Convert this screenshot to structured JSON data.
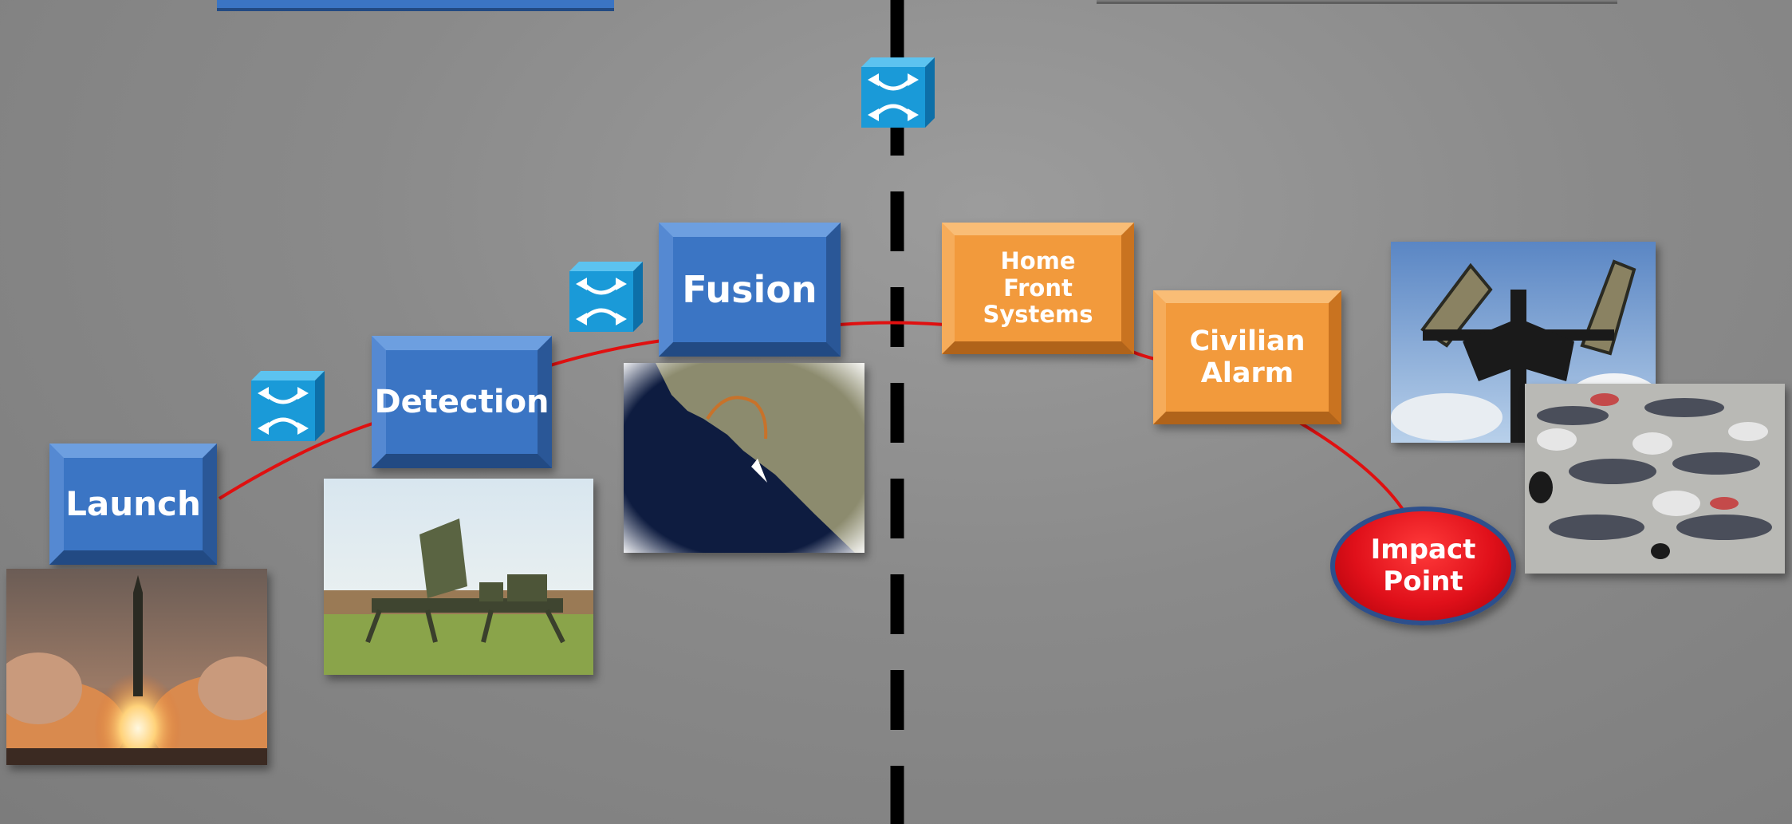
{
  "nodes": {
    "launch": "Launch",
    "detection": "Detection",
    "fusion": "Fusion",
    "home_front": "Home\nFront\nSystems",
    "civilian_alarm": "Civilian\nAlarm",
    "impact": "Impact\nPoint"
  },
  "icons": {
    "network_switch": "switch-icon"
  },
  "images": {
    "launch_photo": "missile-launch-photo",
    "detection_photo": "radar-photo",
    "fusion_photo": "map-trajectory-photo",
    "alarm_photo": "siren-loudspeakers-photo",
    "impact_photo": "people-taking-cover-photo"
  },
  "colors": {
    "blue_box": "#3b75c4",
    "orange_box": "#f29a3c",
    "impact_red": "#e0101a",
    "connector": "#e01010",
    "switch_cyan": "#1a9ad8"
  }
}
